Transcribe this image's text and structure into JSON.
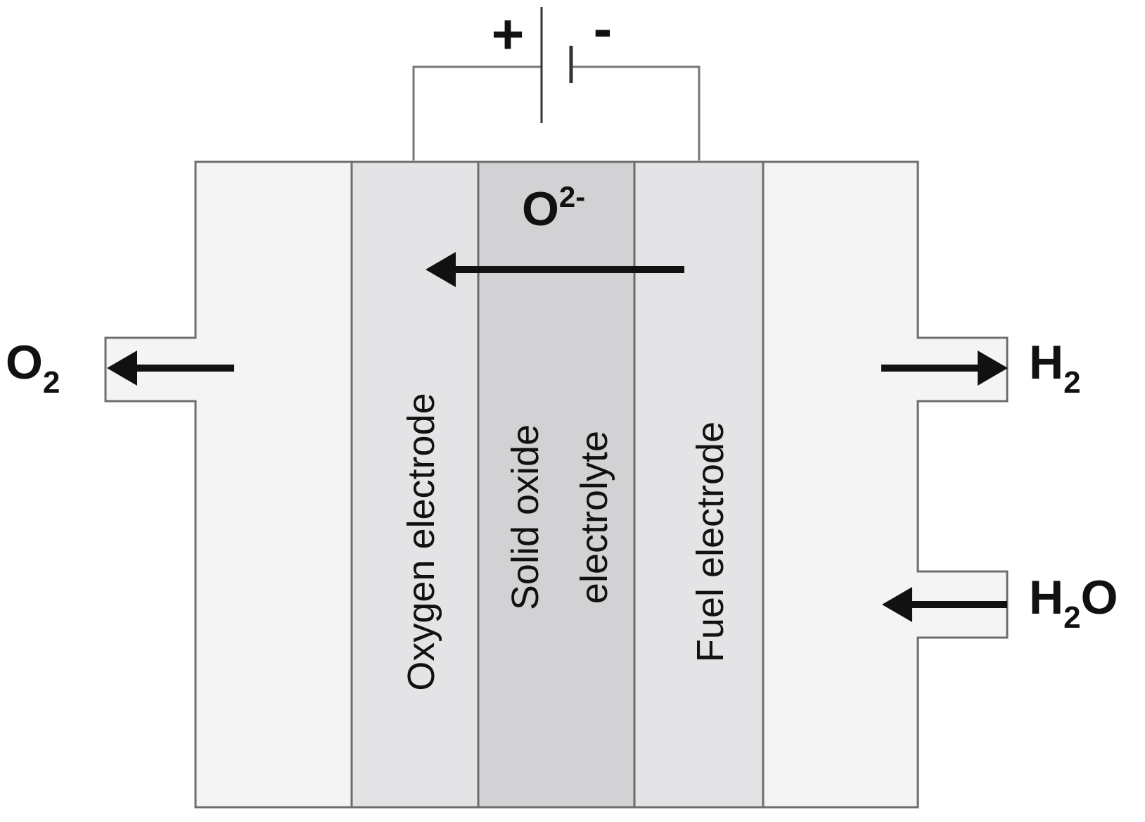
{
  "battery": {
    "positive_sign": "+",
    "negative_sign": "-"
  },
  "layers": {
    "oxygen_electrode": "Oxygen electrode",
    "electrolyte_line1": "Solid oxide",
    "electrolyte_line2": "electrolyte",
    "fuel_electrode": "Fuel electrode"
  },
  "ion": {
    "base": "O",
    "superscript": "2-"
  },
  "gases": {
    "o2": {
      "base": "O",
      "sub": "2"
    },
    "h2": {
      "base": "H",
      "sub": "2"
    },
    "h2o": {
      "base": "H",
      "sub": "2",
      "tail": "O"
    }
  },
  "colors": {
    "chamber": "#f4f4f4",
    "electrode": "#e4e4e6",
    "electrolyte": "#d2d2d4",
    "outline": "#6e6e6e",
    "arrow": "#111111",
    "wire": "#777777"
  }
}
